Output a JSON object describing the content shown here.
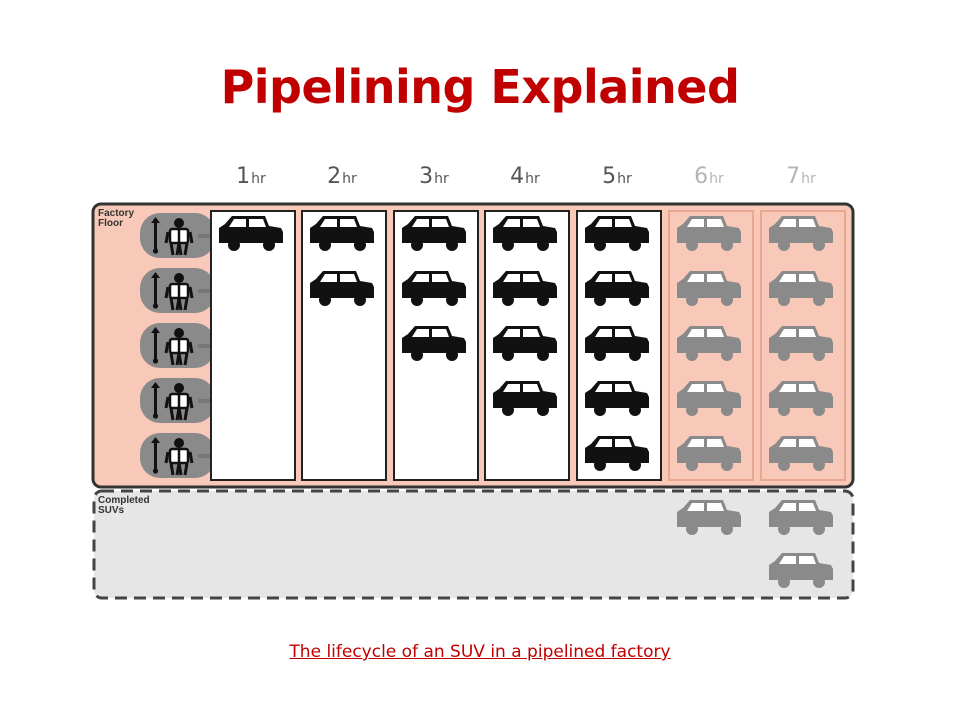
{
  "title": "Pipelining Explained",
  "caption": "The lifecycle of an SUV in a pipelined factory",
  "regions": {
    "factory_floor": [
      "Factory",
      "Floor"
    ],
    "completed": [
      "Completed",
      "SUVs"
    ]
  },
  "hour_unit": "hr",
  "hours": [
    {
      "num": "1",
      "active": true,
      "floor_cars": 1,
      "done_cars": 0
    },
    {
      "num": "2",
      "active": true,
      "floor_cars": 2,
      "done_cars": 0
    },
    {
      "num": "3",
      "active": true,
      "floor_cars": 3,
      "done_cars": 0
    },
    {
      "num": "4",
      "active": true,
      "floor_cars": 4,
      "done_cars": 0
    },
    {
      "num": "5",
      "active": true,
      "floor_cars": 5,
      "done_cars": 0
    },
    {
      "num": "6",
      "active": false,
      "floor_cars": 5,
      "done_cars": 1
    },
    {
      "num": "7",
      "active": false,
      "floor_cars": 5,
      "done_cars": 2
    }
  ],
  "workers": 5,
  "colors": {
    "title": "#c00000",
    "factory_fill": "#f8c9b8",
    "completed_fill": "#e6e6e6",
    "car_active": "#111111",
    "car_future": "#8a8a8a",
    "label_active": "#555555",
    "label_future": "#b5b5b5"
  }
}
